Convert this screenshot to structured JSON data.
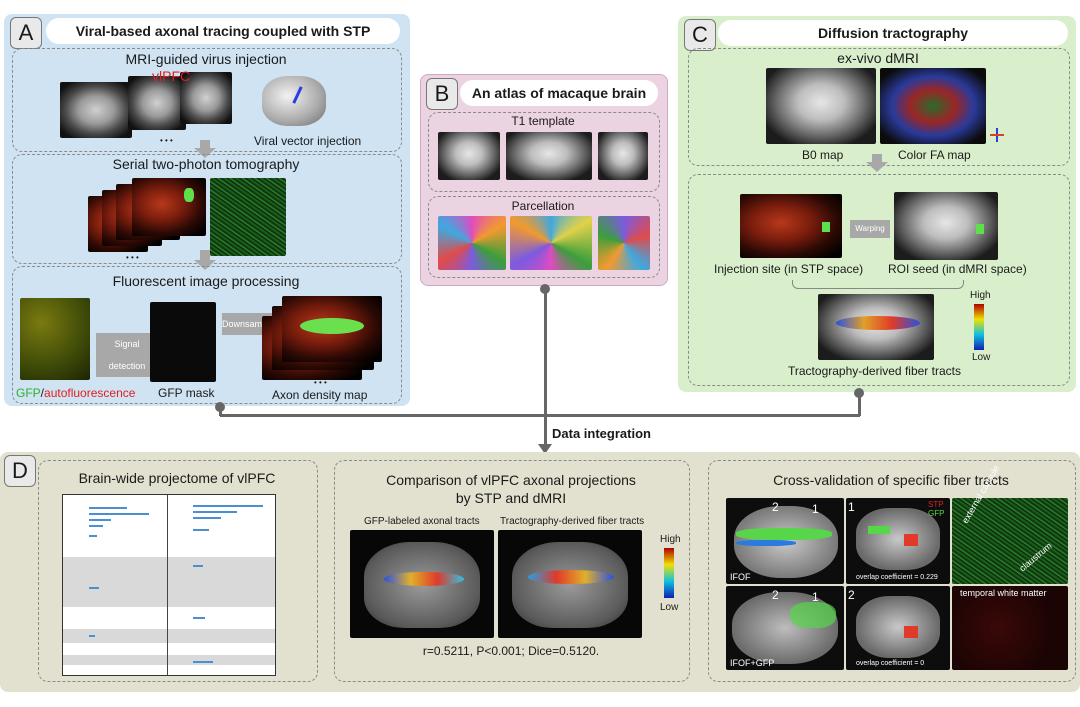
{
  "panelA": {
    "letter": "A",
    "title": "Viral-based axonal tracing coupled with STP",
    "sub1": "MRI-guided virus injection",
    "vlpfc": "vlPFC",
    "viral": "Viral vector injection",
    "sub2": "Serial two-photon tomography",
    "sub3": "Fluorescent image processing",
    "gfp": "GFP",
    "slash": "/",
    "auto": "autofluorescence",
    "signal": "Signal detection",
    "downsample": "Downsample",
    "mask": "GFP mask",
    "density": "Axon density map",
    "dots": "• • •"
  },
  "panelB": {
    "letter": "B",
    "title": "An atlas of macaque brain",
    "t1": "T1 template",
    "parc": "Parcellation"
  },
  "panelC": {
    "letter": "C",
    "title": "Diffusion tractography",
    "exvivo": "ex-vivo dMRI",
    "b0": "B0 map",
    "fa": "Color FA map",
    "warping": "Warping",
    "inj": "Injection site (in STP space)",
    "roi": "ROI seed (in dMRI space)",
    "high": "High",
    "low": "Low",
    "tracts": "Tractography-derived fiber tracts"
  },
  "integration": "Data integration",
  "panelD": {
    "letter": "D",
    "s1title": "Brain-wide projectome of vlPFC",
    "s2title1": "Comparison of vlPFC axonal projections",
    "s2title2": "by STP and dMRI",
    "gfpTracts": "GFP-labeled axonal tracts",
    "tractoTracts": "Tractography-derived fiber tracts",
    "high": "High",
    "low": "Low",
    "stats": "r=0.5211, P<0.001; Dice=0.5120.",
    "s3title": "Cross-validation of specific fiber tracts",
    "n2a": "2",
    "n1a": "1",
    "n1b": "1",
    "n2b": "2",
    "n2c": "2",
    "n1c": "1",
    "ifof": "IFOF",
    "ifofGfp": "IFOF+GFP",
    "stp": "STP",
    "gfp": "GFP",
    "overlap1": "overlap coefficient = 0.229",
    "overlap2": "overlap coefficient = 0",
    "extcap": "external capsule",
    "claustrum": "claustrum",
    "twm": "temporal white matter"
  },
  "colors": {
    "panelBlue": "#cfe3f2",
    "panelPink": "#ecd3e1",
    "panelGreen": "#d9efcc",
    "panelOlive": "#e2e0cf",
    "connector": "#666666"
  }
}
